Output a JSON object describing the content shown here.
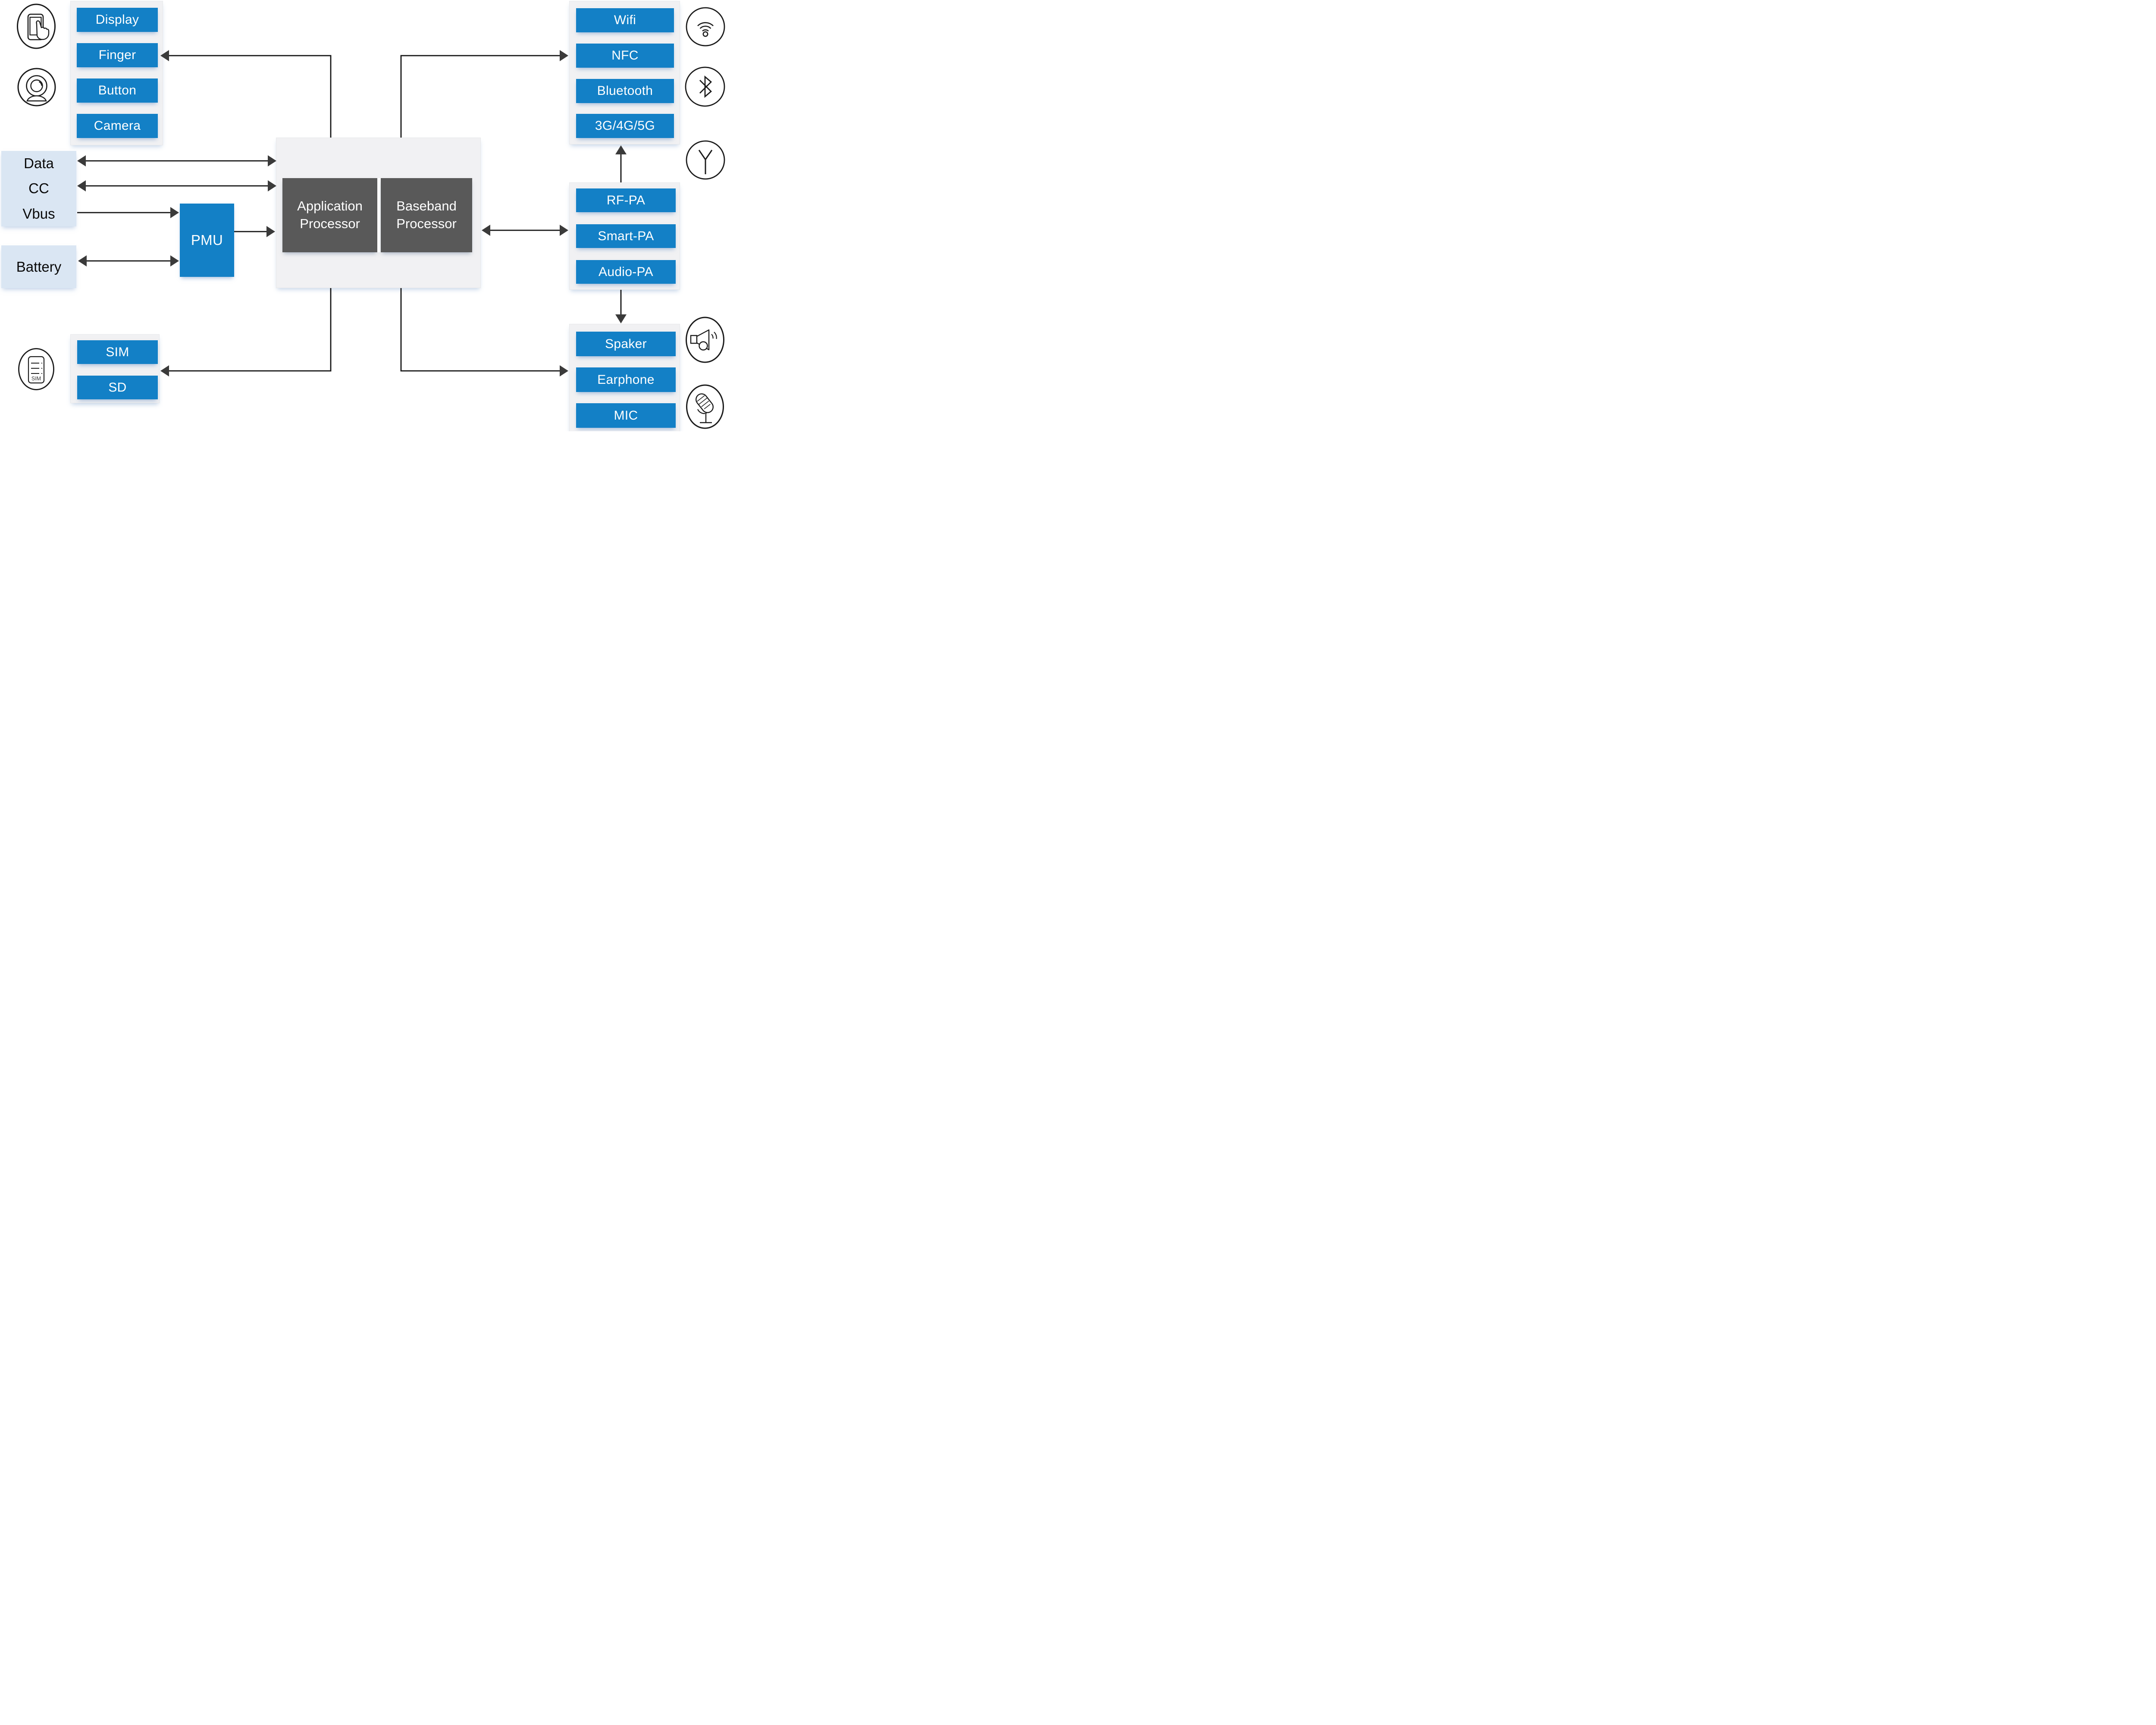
{
  "colors": {
    "node_blue": "#1380C6",
    "node_dark": "#595959",
    "panel_gray": "#F1F1F3",
    "panel_light_blue": "#DAE6F3",
    "connector_line": "#141414",
    "arrowhead": "#3A3A3A"
  },
  "soc": {
    "application": "Application Processor",
    "baseband": "Baseband Processor"
  },
  "pmu": {
    "label": "PMU"
  },
  "panels": {
    "input": {
      "items": [
        {
          "label": "Display"
        },
        {
          "label": "Finger"
        },
        {
          "label": "Button"
        },
        {
          "label": "Camera"
        }
      ]
    },
    "usb": {
      "items": [
        {
          "label": "Data"
        },
        {
          "label": "CC"
        },
        {
          "label": "Vbus"
        }
      ]
    },
    "battery": {
      "label": "Battery"
    },
    "wireless": {
      "items": [
        {
          "label": "Wifi"
        },
        {
          "label": "NFC"
        },
        {
          "label": "Bluetooth"
        },
        {
          "label": "3G/4G/5G"
        }
      ]
    },
    "pa": {
      "items": [
        {
          "label": "RF-PA"
        },
        {
          "label": "Smart-PA"
        },
        {
          "label": "Audio-PA"
        }
      ]
    },
    "audio": {
      "items": [
        {
          "label": "Spaker"
        },
        {
          "label": "Earphone"
        },
        {
          "label": "MIC"
        }
      ]
    },
    "storage": {
      "items": [
        {
          "label": "SIM"
        },
        {
          "label": "SD"
        }
      ]
    }
  },
  "icons": {
    "touch": "touch-phone-icon",
    "camera": "webcam-icon",
    "wifi": "wifi-icon",
    "bluetooth": "bluetooth-icon",
    "antenna": "antenna-icon",
    "speaker": "speaker-icon",
    "microphone": "microphone-icon",
    "sim": "sim-card-icon",
    "sim_card_text": "SIM"
  }
}
